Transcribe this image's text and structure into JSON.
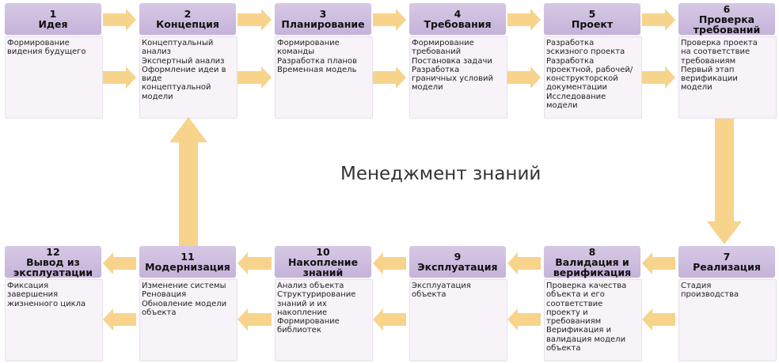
{
  "center_title": "Менеджмент знаний",
  "colors": {
    "header": "#cbb8dc",
    "body": "#f7f3f9",
    "arrow": "#f7d38c"
  },
  "top_row": [
    {
      "num": "1",
      "title": "Идея",
      "body": "Формирование\nвидения будущего"
    },
    {
      "num": "2",
      "title": "Концепция",
      "body": "Концептуальный\nанализ\nЭкспертный анализ\nОформление идеи в\nвиде\nконцептуальной\nмодели"
    },
    {
      "num": "3",
      "title": "Планирование",
      "body": "Формирование\nкоманды\nРазработка планов\nВременная модель"
    },
    {
      "num": "4",
      "title": "Требования",
      "body": "Формирование\nтребований\nПостановка задачи\nРазработка\nграничных условий\nмодели"
    },
    {
      "num": "5",
      "title": "Проект",
      "body": "Разработка\nэскизного проекта\nРазработка\nпроектной, рабочей/\nконструкторской\nдокументации\nИсследование\nмодели"
    },
    {
      "num": "6",
      "title": "Проверка\nтребований",
      "body": "Проверка проекта\nна соответствие\nтребованиям\nПервый этап\nверификации\nмодели"
    }
  ],
  "bottom_row": [
    {
      "num": "12",
      "title": "Вывод из\nэксплуатации",
      "body": "Фиксация\nзавершения\nжизненного цикла"
    },
    {
      "num": "11",
      "title": "Модернизация",
      "body": "Изменение системы\nРеновация\nОбновление модели\nобъекта"
    },
    {
      "num": "10",
      "title": "Накопление\nзнаний",
      "body": "Анализ объекта\nСтруктурирование\nзнаний и их\nнакопление\nФормирование\nбиблиотек"
    },
    {
      "num": "9",
      "title": "Эксплуатация",
      "body": "Эксплуатация\nобъекта"
    },
    {
      "num": "8",
      "title": "Валидация и\nверификация",
      "body": "Проверка качества\nобъекта и его\nсоответствие\nпроекту и\nтребованиям\nВерификация и\nвалидация модели\nобъекта"
    },
    {
      "num": "7",
      "title": "Реализация",
      "body": "Стадия\nпроизводства"
    }
  ]
}
